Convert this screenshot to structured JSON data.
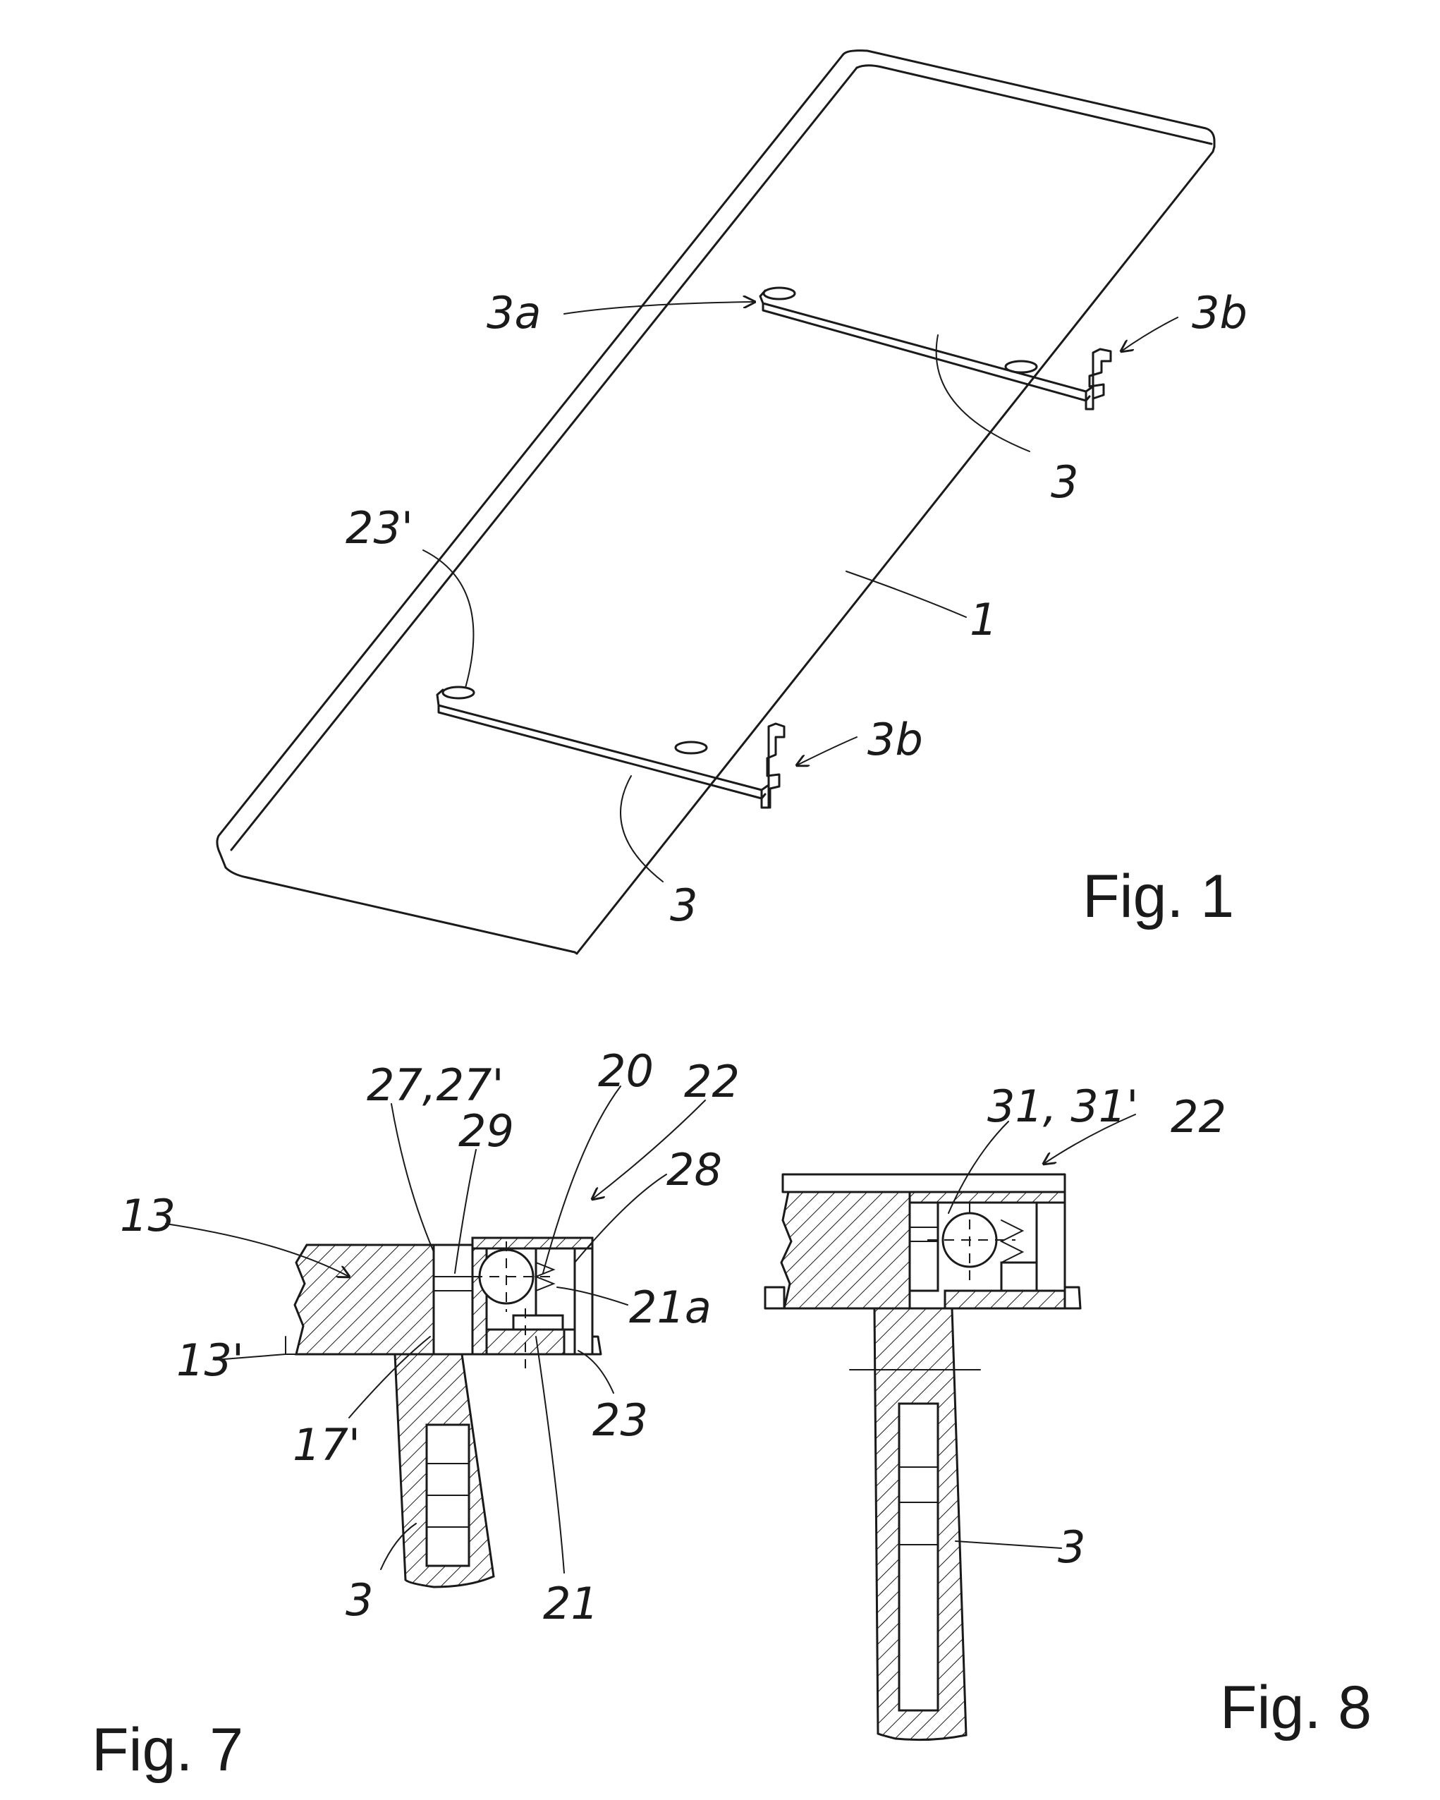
{
  "figures": {
    "fig1": "Fig. 1",
    "fig7": "Fig. 7",
    "fig8": "Fig. 8"
  },
  "fig1_labels": {
    "l3a": "3a",
    "l3b_top": "3b",
    "l3_top": "3",
    "l23p": "23'",
    "l1": "1",
    "l3b_bottom": "3b",
    "l3_bottom": "3"
  },
  "fig7_labels": {
    "l27": "27,27'",
    "l29": "29",
    "l20": "20",
    "l22": "22",
    "l28": "28",
    "l13": "13",
    "l21a": "21a",
    "l13p": "13'",
    "l17p": "17'",
    "l23": "23",
    "l21": "21",
    "l3": "3"
  },
  "fig8_labels": {
    "l31": "31, 31'",
    "l22": "22",
    "l3": "3"
  }
}
